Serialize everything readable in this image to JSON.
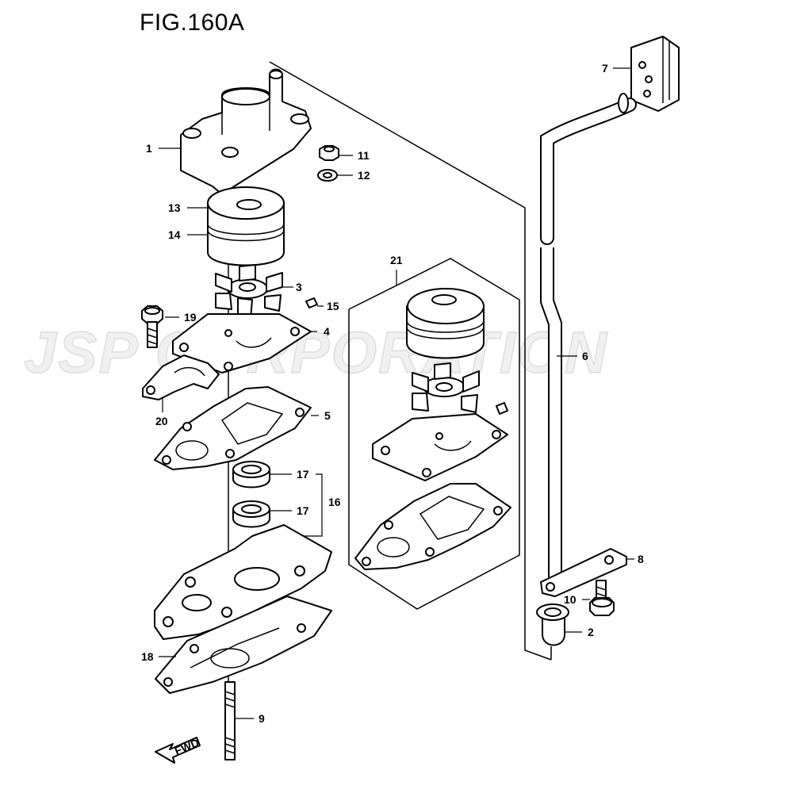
{
  "figure": {
    "title": "FIG.160A"
  },
  "watermark": {
    "text": "JSP CORPORATION"
  },
  "fwd_label": "FWD",
  "callouts": {
    "c1": "1",
    "c2": "2",
    "c3": "3",
    "c4": "4",
    "c5": "5",
    "c6": "6",
    "c7": "7",
    "c8": "8",
    "c9": "9",
    "c10": "10",
    "c11": "11",
    "c12": "12",
    "c13": "13",
    "c14": "14",
    "c15": "15",
    "c16": "16",
    "c17a": "17",
    "c17b": "17",
    "c18": "18",
    "c19": "19",
    "c20": "20",
    "c21": "21"
  }
}
